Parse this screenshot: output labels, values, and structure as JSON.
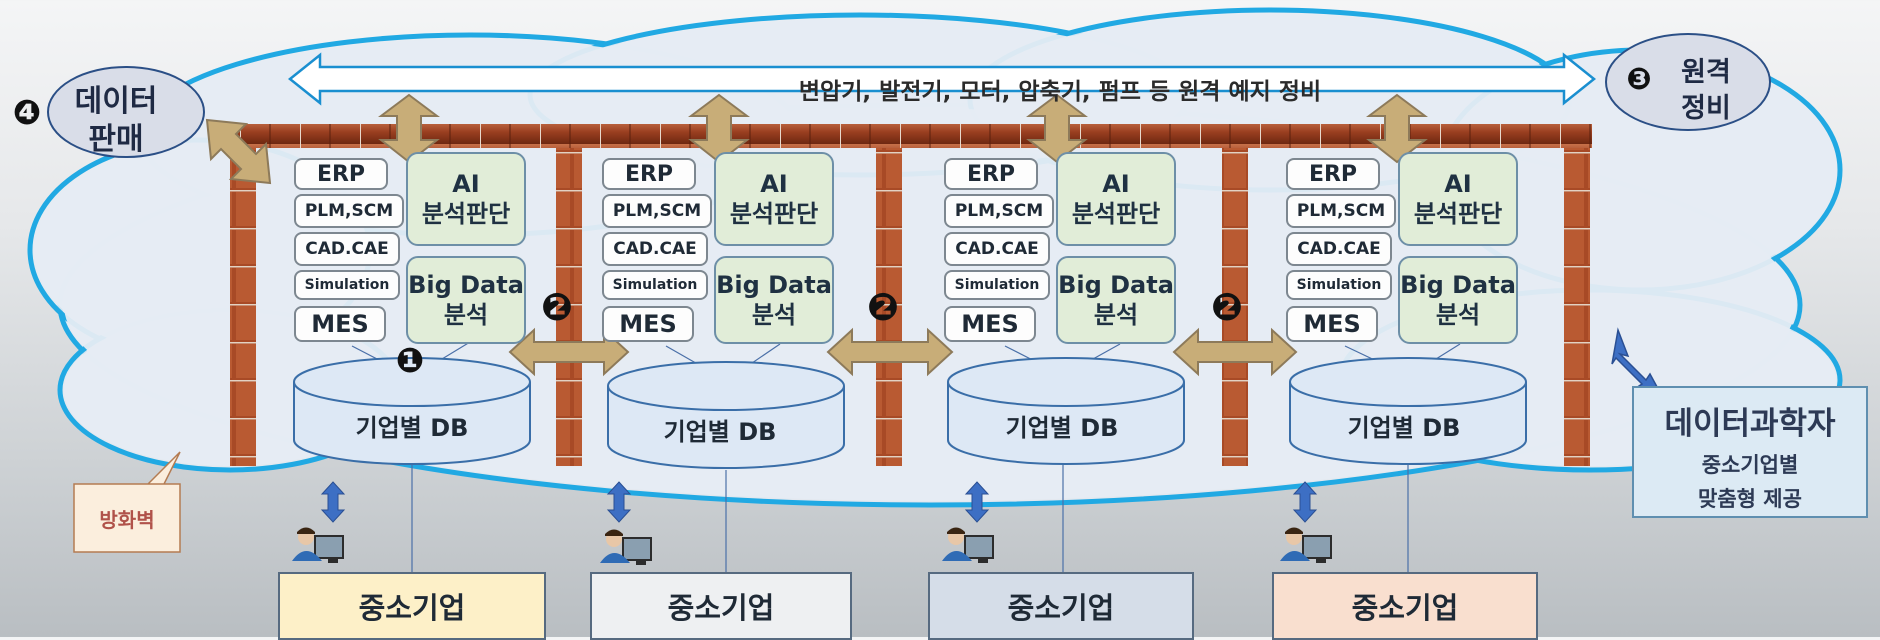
{
  "top_banner": "변압기, 발전기, 모터, 압축기, 펌프 등 원격 예지 정비",
  "remote": {
    "number": "❸",
    "line1": "원격",
    "line2": "정비"
  },
  "data_sale": {
    "number": "❹",
    "line1": "데이터",
    "line2": "판매"
  },
  "firewall_label": "방화벽",
  "data_scientist": {
    "title": "데이터과학자",
    "line1": "중소기업별",
    "line2": "맞춤형 제공"
  },
  "company_blocks": [
    {
      "erp": "ERP",
      "plm": "PLM,SCM",
      "cad": "CAD.CAE",
      "sim": "Simulation",
      "mes": "MES",
      "ai1": "AI",
      "ai2": "분석판단",
      "bd1": "Big Data",
      "bd2": "분석",
      "db": "기업별 DB",
      "sme": "중소기업",
      "sme_color": "#fdf0c8"
    },
    {
      "erp": "ERP",
      "plm": "PLM,SCM",
      "cad": "CAD.CAE",
      "sim": "Simulation",
      "mes": "MES",
      "ai1": "AI",
      "ai2": "분석판단",
      "bd1": "Big Data",
      "bd2": "분석",
      "db": "기업별 DB",
      "sme": "중소기업",
      "sme_color": "#eef0f2"
    },
    {
      "erp": "ERP",
      "plm": "PLM,SCM",
      "cad": "CAD.CAE",
      "sim": "Simulation",
      "mes": "MES",
      "ai1": "AI",
      "ai2": "분석판단",
      "bd1": "Big Data",
      "bd2": "분석",
      "db": "기업별 DB",
      "sme": "중소기업",
      "sme_color": "#d5dde8"
    },
    {
      "erp": "ERP",
      "plm": "PLM,SCM",
      "cad": "CAD.CAE",
      "sim": "Simulation",
      "mes": "MES",
      "ai1": "AI",
      "ai2": "분석판단",
      "bd1": "Big Data",
      "bd2": "분석",
      "db": "기업별 DB",
      "sme": "중소기업",
      "sme_color": "#f9dfcf"
    }
  ],
  "markers": {
    "one": "❶",
    "two": "❷"
  }
}
